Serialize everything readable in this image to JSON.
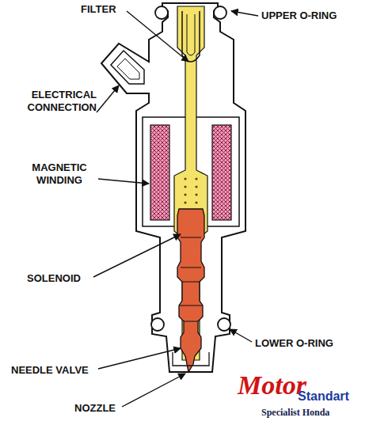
{
  "diagram": {
    "labels": [
      "FILTER",
      "UPPER O-RING",
      "ELECTRICAL CONNECTION",
      "MAGNETIC WINDING",
      "SOLENOID",
      "LOWER O-RING",
      "NEEDLE VALVE",
      "NOZZLE",
      "Motor",
      "Standart",
      "Specialist Honda"
    ]
  }
}
